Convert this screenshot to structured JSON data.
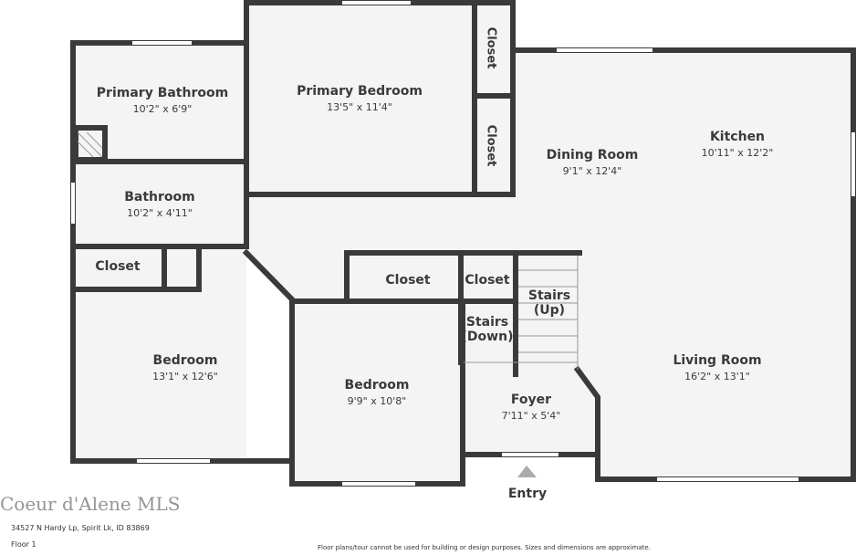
{
  "rooms": {
    "primary_bathroom": {
      "name": "Primary Bathroom",
      "dims": "10'2\" x 6'9\""
    },
    "primary_bedroom": {
      "name": "Primary Bedroom",
      "dims": "13'5\" x 11'4\""
    },
    "closet_top1": {
      "name": "Closet"
    },
    "closet_top2": {
      "name": "Closet"
    },
    "dining_room": {
      "name": "Dining Room",
      "dims": "9'1\" x 12'4\""
    },
    "kitchen": {
      "name": "Kitchen",
      "dims": "10'11\" x 12'2\""
    },
    "bathroom": {
      "name": "Bathroom",
      "dims": "10'2\" x 4'11\""
    },
    "closet_left": {
      "name": "Closet"
    },
    "bedroom_left": {
      "name": "Bedroom",
      "dims": "13'1\" x 12'6\""
    },
    "closet_mid": {
      "name": "Closet"
    },
    "closet_mid2": {
      "name": "Closet"
    },
    "stairs_up": {
      "name": "Stairs",
      "sub": "(Up)"
    },
    "stairs_down": {
      "name": "Stairs",
      "sub": "(Down)"
    },
    "bedroom_center": {
      "name": "Bedroom",
      "dims": "9'9\" x 10'8\""
    },
    "foyer": {
      "name": "Foyer",
      "dims": "7'11\" x 5'4\""
    },
    "living_room": {
      "name": "Living Room",
      "dims": "16'2\" x 13'1\""
    }
  },
  "entry": {
    "label": "Entry"
  },
  "footer": {
    "address": "34527 N Hardy Lp, Spirit Lk, ID 83869",
    "floor": "Floor 1",
    "disclaimer": "Floor plans/tour cannot be used for building or design purposes. Sizes and dimensions are approximate.",
    "watermark": "Coeur d'Alene MLS"
  },
  "colors": {
    "wall": "#3a3a3a",
    "floor": "#f4f4f4",
    "window": "#bbbbbb"
  }
}
